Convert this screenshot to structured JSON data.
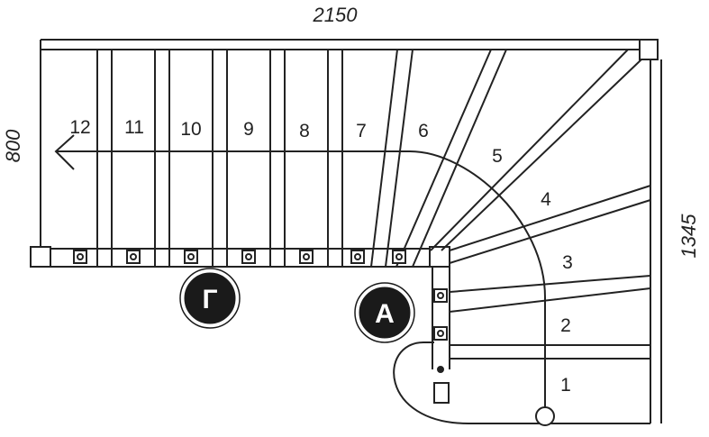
{
  "dimensions": {
    "width": "2150",
    "depth_left": "800",
    "depth_right": "1345"
  },
  "steps": [
    "1",
    "2",
    "3",
    "4",
    "5",
    "6",
    "7",
    "8",
    "9",
    "10",
    "11",
    "12"
  ],
  "markers": {
    "a": "А",
    "g": "Г"
  },
  "colors": {
    "line": "#222222",
    "badge": "#1a1a1a",
    "badge_ring": "#ffffff"
  }
}
